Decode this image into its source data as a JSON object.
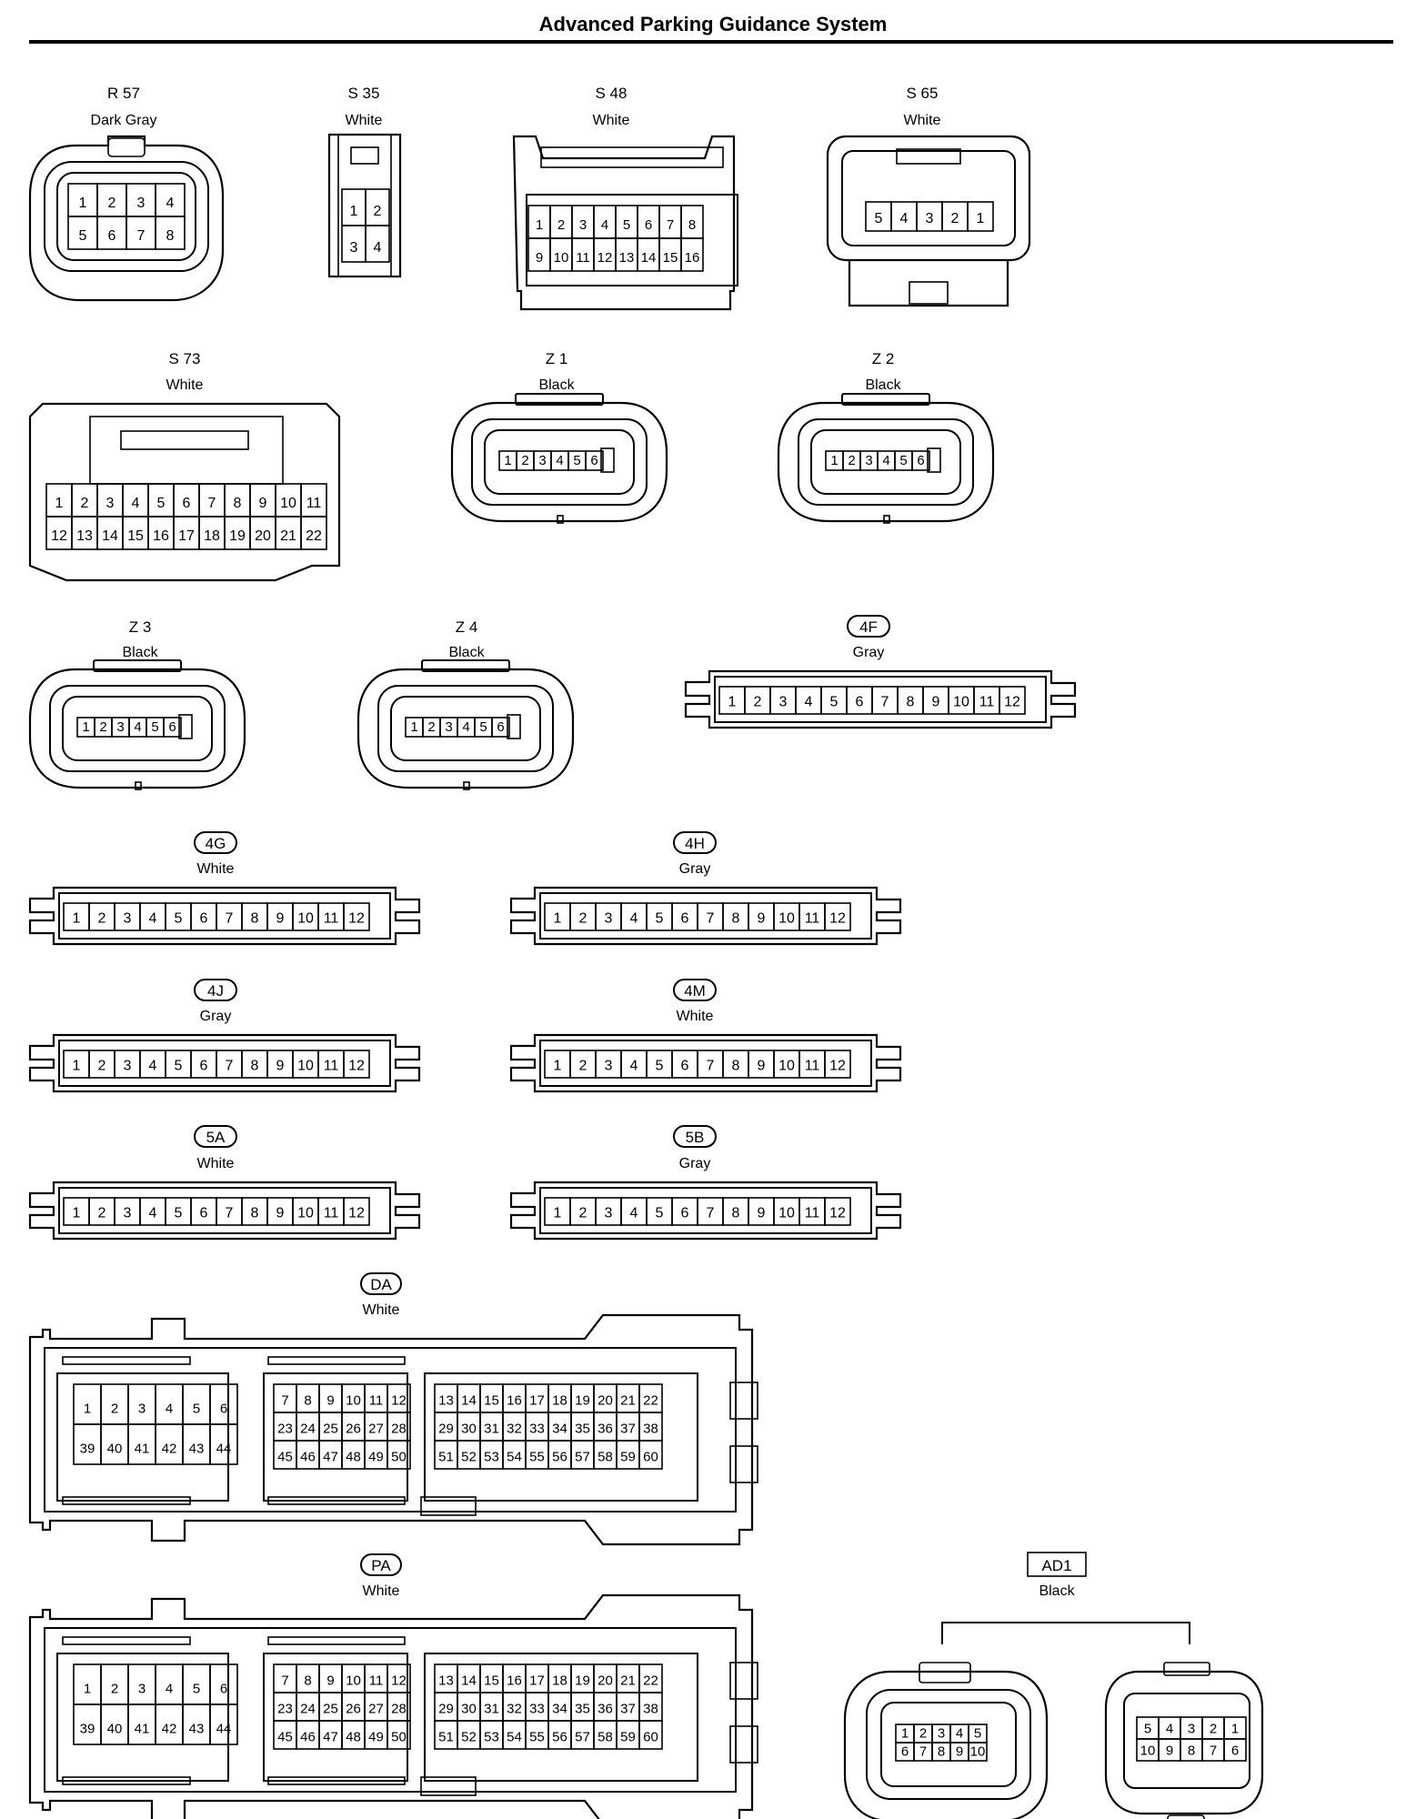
{
  "page": {
    "title": "Advanced Parking Guidance System"
  },
  "connectors": [
    {
      "id": "R57",
      "name": "R 57",
      "color": "Dark Gray",
      "badge": false,
      "kind": "r57",
      "rows": [
        [
          "1",
          "2",
          "3",
          "4"
        ],
        [
          "5",
          "6",
          "7",
          "8"
        ]
      ]
    },
    {
      "id": "S35",
      "name": "S 35",
      "color": "White",
      "badge": false,
      "kind": "s35",
      "rows": [
        [
          "1",
          "2"
        ],
        [
          "3",
          "4"
        ]
      ]
    },
    {
      "id": "S48",
      "name": "S 48",
      "color": "White",
      "badge": false,
      "kind": "s48",
      "rows": [
        [
          "1",
          "2",
          "3",
          "4",
          "5",
          "6",
          "7",
          "8"
        ],
        [
          "9",
          "10",
          "11",
          "12",
          "13",
          "14",
          "15",
          "16"
        ]
      ]
    },
    {
      "id": "S65",
      "name": "S 65",
      "color": "White",
      "badge": false,
      "kind": "s65",
      "rows": [
        [
          "5",
          "4",
          "3",
          "2",
          "1"
        ]
      ]
    },
    {
      "id": "S73",
      "name": "S 73",
      "color": "White",
      "badge": false,
      "kind": "s73",
      "rows": [
        [
          "1",
          "2",
          "3",
          "4",
          "5",
          "6",
          "7",
          "8",
          "9",
          "10",
          "11"
        ],
        [
          "12",
          "13",
          "14",
          "15",
          "16",
          "17",
          "18",
          "19",
          "20",
          "21",
          "22"
        ]
      ]
    },
    {
      "id": "Z1",
      "name": "Z 1",
      "color": "Black",
      "badge": false,
      "kind": "z",
      "rows": [
        [
          "1",
          "2",
          "3",
          "4",
          "5",
          "6"
        ]
      ]
    },
    {
      "id": "Z2",
      "name": "Z 2",
      "color": "Black",
      "badge": false,
      "kind": "z",
      "rows": [
        [
          "1",
          "2",
          "3",
          "4",
          "5",
          "6"
        ]
      ]
    },
    {
      "id": "Z3",
      "name": "Z 3",
      "color": "Black",
      "badge": false,
      "kind": "z",
      "rows": [
        [
          "1",
          "2",
          "3",
          "4",
          "5",
          "6"
        ]
      ]
    },
    {
      "id": "Z4",
      "name": "Z 4",
      "color": "Black",
      "badge": false,
      "kind": "z",
      "rows": [
        [
          "1",
          "2",
          "3",
          "4",
          "5",
          "6"
        ]
      ]
    },
    {
      "id": "4F",
      "name": "4F",
      "color": "Gray",
      "badge": true,
      "kind": "strip",
      "rows": [
        [
          "1",
          "2",
          "3",
          "4",
          "5",
          "6",
          "7",
          "8",
          "9",
          "10",
          "11",
          "12"
        ]
      ]
    },
    {
      "id": "4G",
      "name": "4G",
      "color": "White",
      "badge": true,
      "kind": "strip",
      "rows": [
        [
          "1",
          "2",
          "3",
          "4",
          "5",
          "6",
          "7",
          "8",
          "9",
          "10",
          "11",
          "12"
        ]
      ]
    },
    {
      "id": "4H",
      "name": "4H",
      "color": "Gray",
      "badge": true,
      "kind": "strip",
      "rows": [
        [
          "1",
          "2",
          "3",
          "4",
          "5",
          "6",
          "7",
          "8",
          "9",
          "10",
          "11",
          "12"
        ]
      ]
    },
    {
      "id": "4J",
      "name": "4J",
      "color": "Gray",
      "badge": true,
      "kind": "strip",
      "rows": [
        [
          "1",
          "2",
          "3",
          "4",
          "5",
          "6",
          "7",
          "8",
          "9",
          "10",
          "11",
          "12"
        ]
      ]
    },
    {
      "id": "4M",
      "name": "4M",
      "color": "White",
      "badge": true,
      "kind": "strip",
      "rows": [
        [
          "1",
          "2",
          "3",
          "4",
          "5",
          "6",
          "7",
          "8",
          "9",
          "10",
          "11",
          "12"
        ]
      ]
    },
    {
      "id": "5A",
      "name": "5A",
      "color": "White",
      "badge": true,
      "kind": "strip",
      "rows": [
        [
          "1",
          "2",
          "3",
          "4",
          "5",
          "6",
          "7",
          "8",
          "9",
          "10",
          "11",
          "12"
        ]
      ]
    },
    {
      "id": "5B",
      "name": "5B",
      "color": "Gray",
      "badge": true,
      "kind": "strip",
      "rows": [
        [
          "1",
          "2",
          "3",
          "4",
          "5",
          "6",
          "7",
          "8",
          "9",
          "10",
          "11",
          "12"
        ]
      ]
    },
    {
      "id": "DA",
      "name": "DA",
      "color": "White",
      "badge": true,
      "kind": "big",
      "blocks": [
        [
          [
            "1",
            "2",
            "3",
            "4",
            "5",
            "6"
          ],
          [
            "39",
            "40",
            "41",
            "42",
            "43",
            "44"
          ]
        ],
        [
          [
            "7",
            "8",
            "9",
            "10",
            "11",
            "12"
          ],
          [
            "23",
            "24",
            "25",
            "26",
            "27",
            "28"
          ],
          [
            "45",
            "46",
            "47",
            "48",
            "49",
            "50"
          ]
        ],
        [
          [
            "13",
            "14",
            "15",
            "16",
            "17",
            "18",
            "19",
            "20",
            "21",
            "22"
          ],
          [
            "29",
            "30",
            "31",
            "32",
            "33",
            "34",
            "35",
            "36",
            "37",
            "38"
          ],
          [
            "51",
            "52",
            "53",
            "54",
            "55",
            "56",
            "57",
            "58",
            "59",
            "60"
          ]
        ]
      ]
    },
    {
      "id": "PA",
      "name": "PA",
      "color": "White",
      "badge": true,
      "kind": "big",
      "blocks": [
        [
          [
            "1",
            "2",
            "3",
            "4",
            "5",
            "6"
          ],
          [
            "39",
            "40",
            "41",
            "42",
            "43",
            "44"
          ]
        ],
        [
          [
            "7",
            "8",
            "9",
            "10",
            "11",
            "12"
          ],
          [
            "23",
            "24",
            "25",
            "26",
            "27",
            "28"
          ],
          [
            "45",
            "46",
            "47",
            "48",
            "49",
            "50"
          ]
        ],
        [
          [
            "13",
            "14",
            "15",
            "16",
            "17",
            "18",
            "19",
            "20",
            "21",
            "22"
          ],
          [
            "29",
            "30",
            "31",
            "32",
            "33",
            "34",
            "35",
            "36",
            "37",
            "38"
          ],
          [
            "51",
            "52",
            "53",
            "54",
            "55",
            "56",
            "57",
            "58",
            "59",
            "60"
          ]
        ]
      ]
    },
    {
      "id": "AD1",
      "name": "AD1",
      "color": "Black",
      "badge": "box",
      "kind": "ad1",
      "rows_left": [
        [
          "1",
          "2",
          "3",
          "4",
          "5"
        ],
        [
          "6",
          "7",
          "8",
          "9",
          "10"
        ]
      ],
      "rows_right": [
        [
          "5",
          "4",
          "3",
          "2",
          "1"
        ],
        [
          "10",
          "9",
          "8",
          "7",
          "6"
        ]
      ]
    }
  ]
}
